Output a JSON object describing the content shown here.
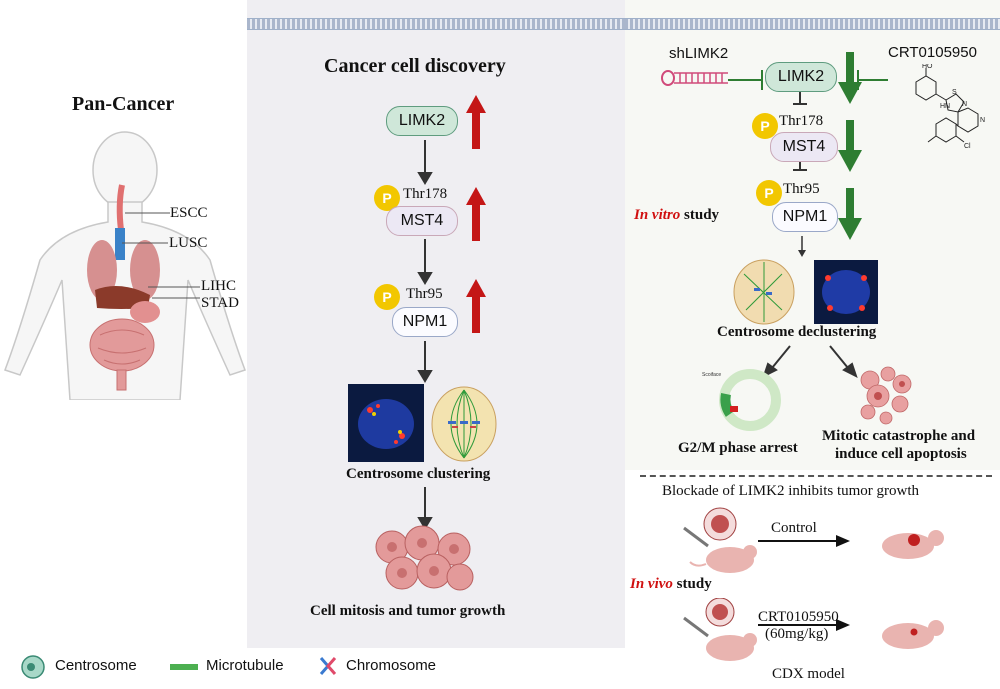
{
  "left": {
    "title": "Pan-Cancer",
    "organs": [
      "ESCC",
      "LUSC",
      "LIHC",
      "STAD"
    ]
  },
  "middle": {
    "title": "Cancer cell discovery",
    "nodes": {
      "limk2": "LIMK2",
      "mst4": "MST4",
      "npm1": "NPM1"
    },
    "phospho": {
      "symbol": "P",
      "site1": "Thr178",
      "site2": "Thr95"
    },
    "clustering_label": "Centrosome clustering",
    "outcome_label": "Cell mitosis and tumor growth"
  },
  "right": {
    "shlimk2": "shLIMK2",
    "drug": "CRT0105950",
    "nodes": {
      "limk2": "LIMK2",
      "mst4": "MST4",
      "npm1": "NPM1"
    },
    "phospho": {
      "symbol": "P",
      "site1": "Thr178",
      "site2": "Thr95"
    },
    "invitro_italic": "In vitro",
    "invitro_rest": " study",
    "declustering_label": "Centrosome declustering",
    "g2m_label": "G2/M phase arrest",
    "mitotic_line1": "Mitotic catastrophe and",
    "mitotic_line2": "induce cell apoptosis"
  },
  "bottom": {
    "blockade_title": "Blockade of LIMK2 inhibits tumor growth",
    "invivo_italic": "In vivo",
    "invivo_rest": " study",
    "control_label": "Control",
    "drug_label": "CRT0105950",
    "dose_label": "(60mg/kg)",
    "cdx_label": "CDX model"
  },
  "legend": {
    "centrosome": "Centrosome",
    "microtubule": "Microtubule",
    "chromosome": "Chromosome"
  },
  "colors": {
    "mid_panel_bg": "#efeef2",
    "red_arrow": "#c41616",
    "green_arrow": "#2e7d32",
    "phospho": "#f2c700"
  }
}
